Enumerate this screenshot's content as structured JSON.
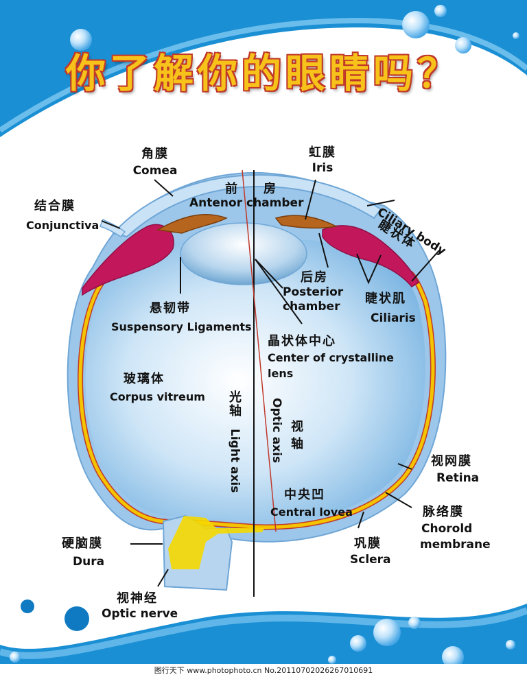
{
  "title": "你了解你的眼睛吗？",
  "labels": {
    "cornea_zh": "角膜",
    "cornea_en": "Comea",
    "iris_zh": "虹膜",
    "iris_en": "Iris",
    "conj_zh": "结合膜",
    "conj_en": "Conjunctiva",
    "anterior_zh1": "前",
    "anterior_zh2": "房",
    "anterior_en": "Antenor chamber",
    "ciliary_body_en": "Ciliary body",
    "ciliary_body_zh": "睫状体",
    "posterior_zh": "后房",
    "posterior_en1": "Posterior",
    "posterior_en2": "chamber",
    "ciliaris_zh": "睫状肌",
    "ciliaris_en": "Ciliaris",
    "susp_zh": "悬韧带",
    "susp_en": "Suspensory Ligaments",
    "center_zh": "晶状体中心",
    "center_en1": "Center of crystalline",
    "center_en2": "lens",
    "vitreum_zh": "玻璃体",
    "vitreum_en": "Corpus vitreum",
    "light_axis_zh": "光轴",
    "light_axis_en": "Light axis",
    "optic_axis_en": "Optic axis",
    "optic_axis_zh": "视轴",
    "retina_zh": "视网膜",
    "retina_en": "Retina",
    "fovea_zh": "中央凹",
    "fovea_en": "Central lovea",
    "choroid_zh": "脉络膜",
    "choroid_en1": "Chorold",
    "choroid_en2": "membrane",
    "dura_zh": "硬脑膜",
    "dura_en": "Dura",
    "sclera_zh": "巩膜",
    "sclera_en": "Sclera",
    "optic_nerve_zh": "视神经",
    "optic_nerve_en": "Optic nerve"
  },
  "footer": "图行天下 www.photophoto.cn  No.20110702026267010691",
  "colors": {
    "background_blue": "#1a8fd4",
    "title_fill": "#f7c21a",
    "title_outline": "#c0392b",
    "retina_yellow": "#f5c400",
    "choroid_red": "#c0392b",
    "muscle_magenta": "#c2185b"
  }
}
